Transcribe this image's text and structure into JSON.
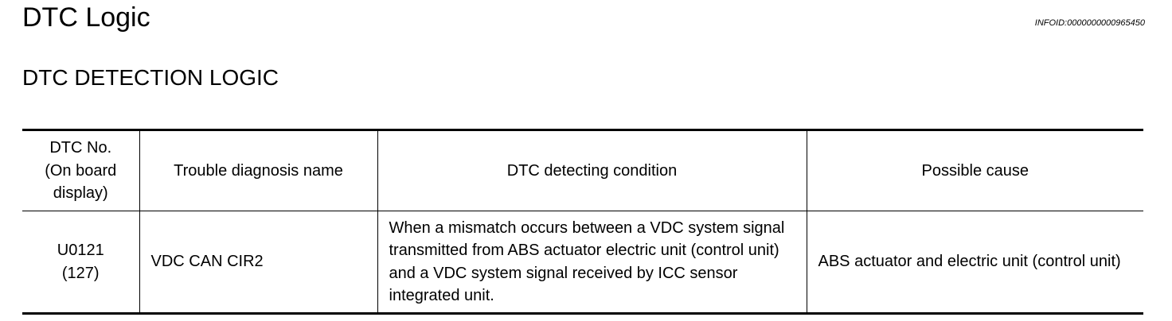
{
  "header": {
    "title": "DTC Logic",
    "info_id": "INFOID:0000000000965450"
  },
  "section": {
    "title": "DTC DETECTION LOGIC"
  },
  "table": {
    "headers": {
      "dtc_no": [
        "DTC No.",
        "(On board",
        "display)"
      ],
      "trouble_name": "Trouble diagnosis name",
      "condition": "DTC detecting condition",
      "cause": "Possible cause"
    },
    "rows": [
      {
        "dtc_no": [
          "U0121",
          "(127)"
        ],
        "trouble_name": "VDC CAN CIR2",
        "condition": "When a mismatch occurs between a VDC system signal transmitted from ABS actuator electric unit (control unit) and a VDC system signal received by ICC sensor integrated unit.",
        "cause": "ABS actuator and electric unit (control unit)"
      }
    ]
  }
}
